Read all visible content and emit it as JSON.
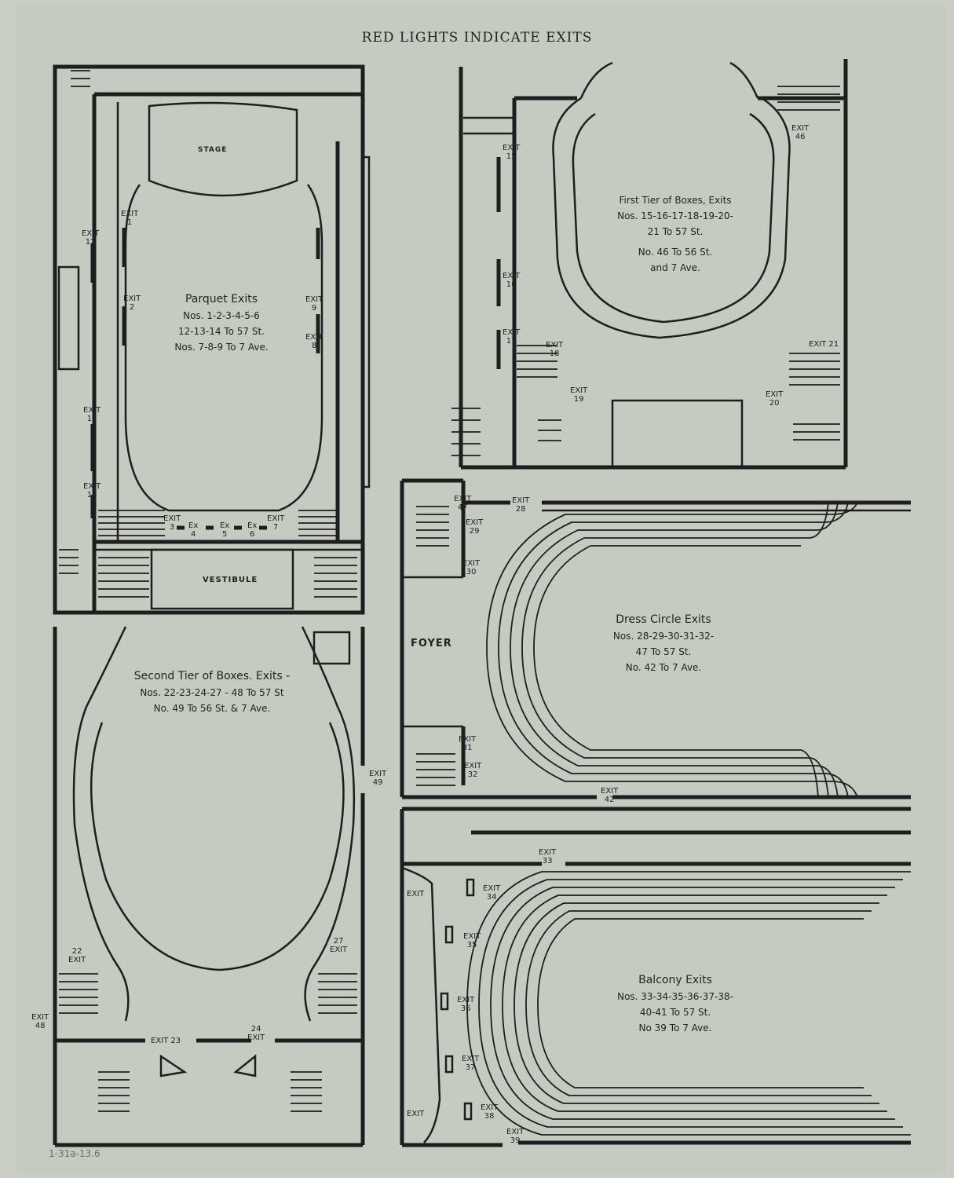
{
  "title": "RED LIGHTS INDICATE EXITS",
  "plans": {
    "parquet": {
      "heading": "Parquet Exits",
      "lines": [
        "Nos. 1-2-3-4-5-6",
        "12-13-14 To 57 St.",
        "Nos. 7-8-9 To 7 Ave."
      ],
      "stage": "STAGE",
      "vestibule": "VESTIBULE"
    },
    "first_tier": {
      "heading": "First Tier of Boxes, Exits",
      "lines": [
        "Nos. 15-16-17-18-19-20-",
        "21 To 57 St.",
        "No. 46 To 56 St.",
        "and 7 Ave."
      ]
    },
    "dress_circle": {
      "heading": "Dress Circle Exits",
      "lines": [
        "Nos. 28-29-30-31-32-",
        "47 To 57 St.",
        "No. 42 To 7 Ave."
      ],
      "foyer": "FOYER"
    },
    "second_tier": {
      "heading": "Second Tier of Boxes. Exits -",
      "lines": [
        "Nos. 22-23-24-27 - 48 To 57 St",
        "No. 49 To 56 St. & 7 Ave."
      ]
    },
    "balcony": {
      "heading": "Balcony Exits",
      "lines": [
        "Nos. 33-34-35-36-37-38-",
        "40-41 To 57 St.",
        "No 39 To 7 Ave."
      ]
    }
  },
  "exit_word": "EXIT",
  "ex_word": "Ex",
  "exits": {
    "e1": "1",
    "e2": "2",
    "e3": "3",
    "e4": "4",
    "e5": "5",
    "e6": "6",
    "e7": "7",
    "e8": "8",
    "e9": "9",
    "e12": "12",
    "e13": "13",
    "e14": "14",
    "e15": "15",
    "e16": "16",
    "e17": "17",
    "e18": "18",
    "e19": "19",
    "e20": "20",
    "e21": "21",
    "e46": "46",
    "e22": "22",
    "e23": "23",
    "e24": "24",
    "e27": "27",
    "e48": "48",
    "e49": "49",
    "e28": "28",
    "e29": "29",
    "e30": "30",
    "e31": "31",
    "e32": "32",
    "e42": "42",
    "e47": "47",
    "e33": "33",
    "e34": "34",
    "e35": "35",
    "e36": "36",
    "e37": "37",
    "e38": "38",
    "e39": "39"
  },
  "handwritten_note": "1-31a-13.6"
}
